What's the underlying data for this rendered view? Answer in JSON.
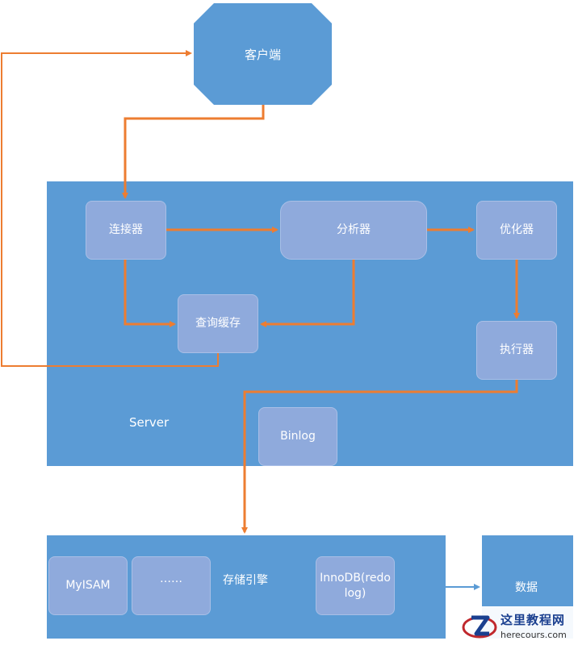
{
  "nodes": {
    "client": "客户端",
    "connector": "连接器",
    "analyzer": "分析器",
    "optimizer": "优化器",
    "query_cache": "查询缓存",
    "executor": "执行器",
    "binlog": "Binlog",
    "myisam": "MyISAM",
    "ellipsis": "……",
    "innodb": "InnoDB(redo log)",
    "data": "数据"
  },
  "groups": {
    "server": "Server",
    "storage_engine": "存储引擎"
  },
  "watermark": {
    "title": "这里教程网",
    "url": "herecours.com"
  },
  "colors": {
    "panel": "#5b9bd5",
    "box": "#8faadc",
    "arrow": "#ed7d31",
    "data_arrow": "#5b9bd5"
  }
}
